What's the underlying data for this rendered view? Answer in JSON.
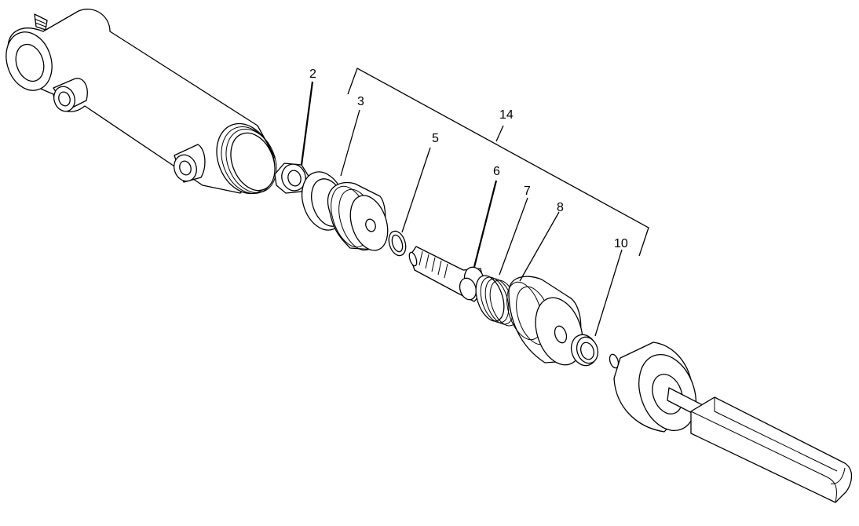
{
  "callouts": {
    "c2": "2",
    "c3": "3",
    "c5": "5",
    "c6": "6",
    "c7": "7",
    "c8": "8",
    "c10": "10",
    "c14": "14"
  },
  "colors": {
    "ink": "#000000",
    "paper": "#ffffff"
  }
}
